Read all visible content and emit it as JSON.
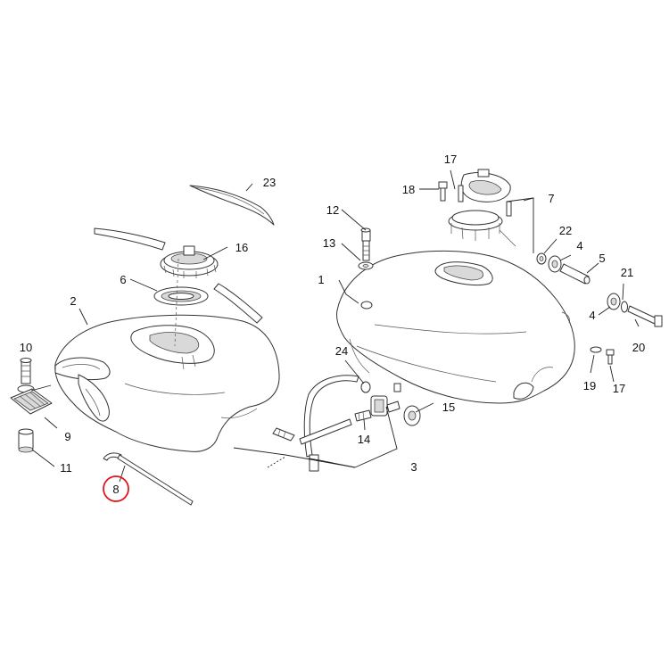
{
  "callouts": [
    {
      "id": "1",
      "highlight": false
    },
    {
      "id": "2",
      "highlight": false
    },
    {
      "id": "3",
      "highlight": false
    },
    {
      "id": "4a",
      "text": "4",
      "highlight": false
    },
    {
      "id": "4b",
      "text": "4",
      "highlight": false
    },
    {
      "id": "5",
      "highlight": false
    },
    {
      "id": "6",
      "highlight": false
    },
    {
      "id": "7",
      "highlight": false
    },
    {
      "id": "8",
      "highlight": true
    },
    {
      "id": "9",
      "highlight": false
    },
    {
      "id": "10",
      "highlight": false
    },
    {
      "id": "11",
      "highlight": false
    },
    {
      "id": "12",
      "highlight": false
    },
    {
      "id": "13",
      "highlight": false
    },
    {
      "id": "14",
      "highlight": false
    },
    {
      "id": "15",
      "highlight": false
    },
    {
      "id": "16",
      "highlight": false
    },
    {
      "id": "17a",
      "text": "17",
      "highlight": false
    },
    {
      "id": "17b",
      "text": "17",
      "highlight": false
    },
    {
      "id": "18",
      "highlight": false
    },
    {
      "id": "19",
      "highlight": false
    },
    {
      "id": "20",
      "highlight": false
    },
    {
      "id": "21",
      "highlight": false
    },
    {
      "id": "22",
      "highlight": false
    },
    {
      "id": "23",
      "highlight": false
    },
    {
      "id": "24",
      "highlight": false
    }
  ],
  "colors": {
    "highlight_ring": "#e0151b",
    "line": "#333333",
    "text": "#111111"
  }
}
